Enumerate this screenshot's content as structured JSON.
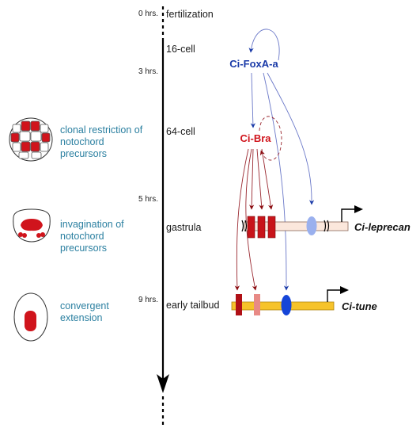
{
  "timeline": {
    "times": [
      "0 hrs.",
      "3 hrs.",
      "5 hrs.",
      "9 hrs."
    ],
    "stages": [
      "fertilization",
      "16-cell",
      "64-cell",
      "gastrula",
      "early tailbud"
    ]
  },
  "events": [
    {
      "lines": [
        "clonal restriction of",
        "notochord",
        "precursors"
      ]
    },
    {
      "lines": [
        "invagination of",
        "notochord",
        "precursors"
      ]
    },
    {
      "lines": [
        "convergent",
        "extension"
      ]
    }
  ],
  "regulators": {
    "foxa": "Ci-FoxA-a",
    "bra": "Ci-Bra"
  },
  "targets": {
    "leprecan": "Ci-leprecan",
    "tune": "Ci-tune"
  },
  "colors": {
    "foxa_blue": "#1a3aa8",
    "bra_red": "#d0141c",
    "site_dark_red": "#b01016",
    "site_pink": "#e88a86",
    "leprecan_gene": "#fbe7dc",
    "tune_gene": "#f6c32a",
    "foxa_site_light": "#9ab0ee",
    "foxa_site_dark": "#1545d8",
    "label_teal": "#2a7fa0"
  }
}
